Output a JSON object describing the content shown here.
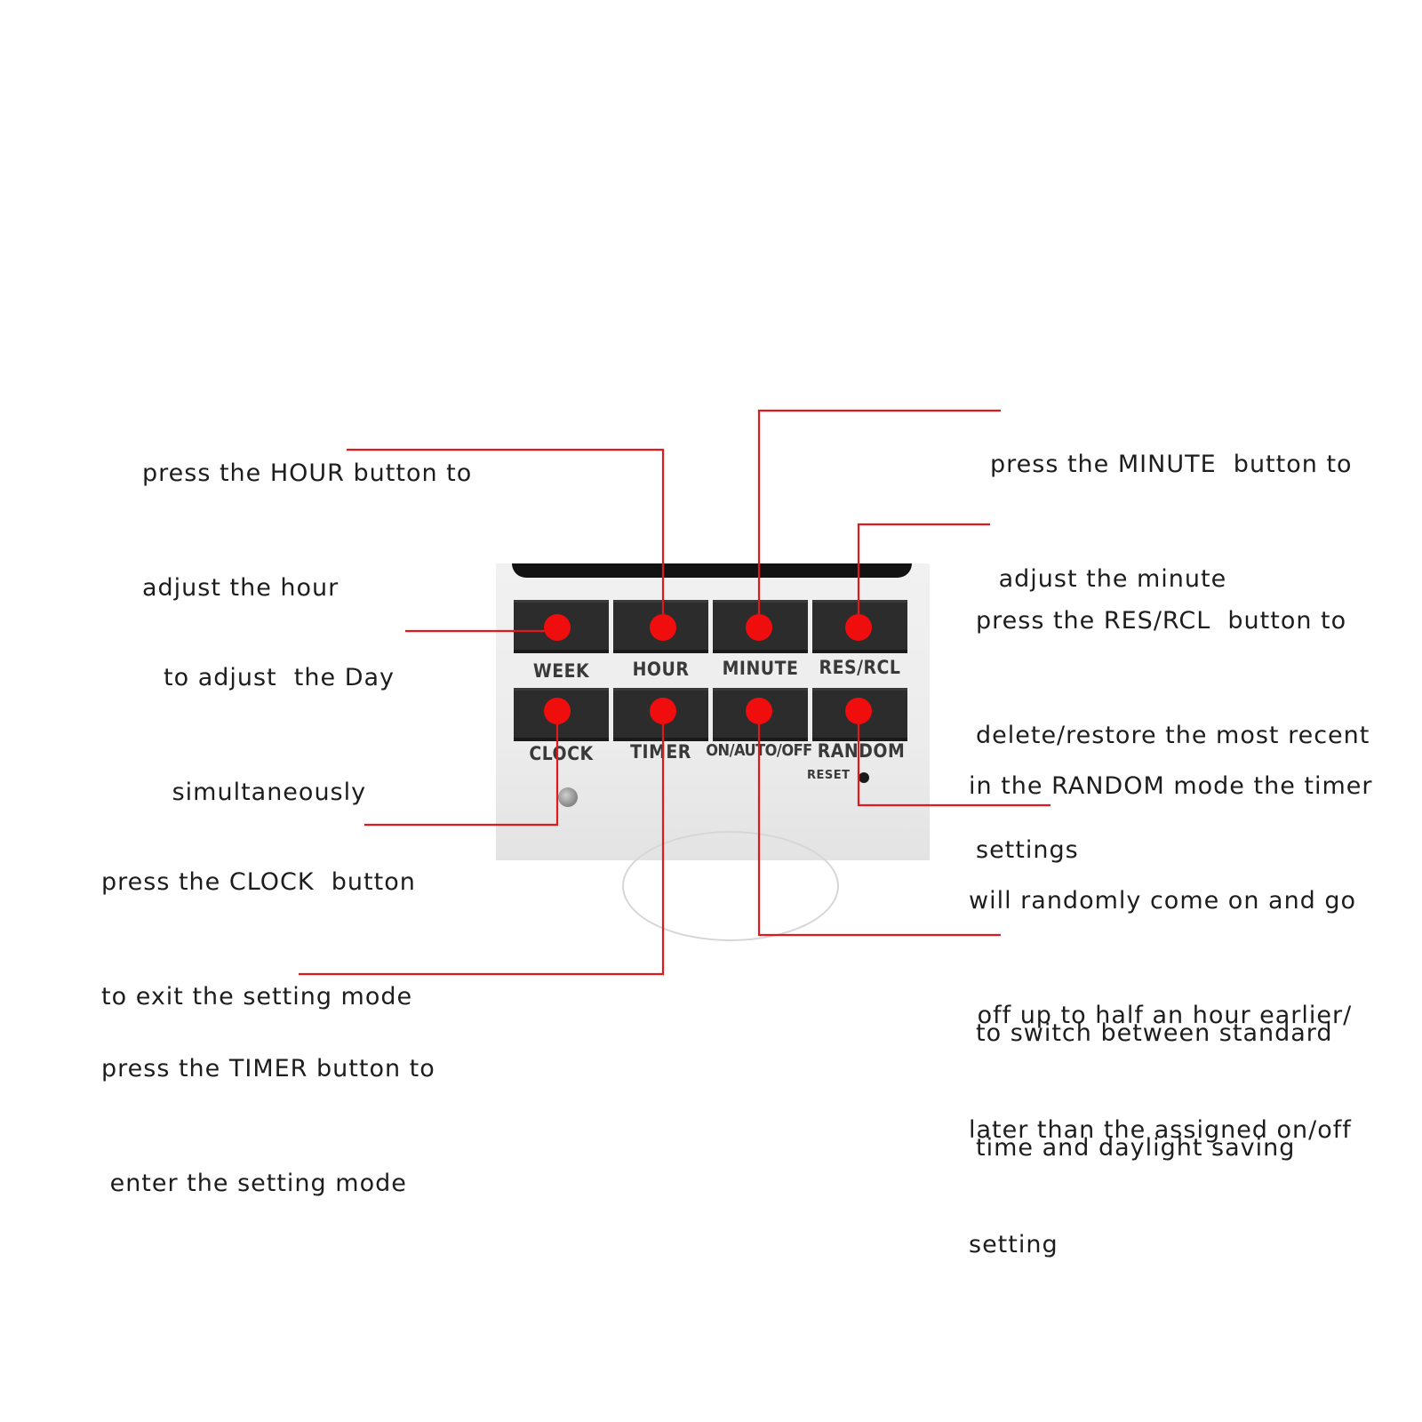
{
  "device": {
    "top_row_buttons": [
      "WEEK",
      "HOUR",
      "MINUTE",
      "RES/RCL"
    ],
    "bottom_row_buttons": [
      "CLOCK",
      "TIMER",
      "ON/AUTO/OFF",
      "RANDOM"
    ],
    "reset_label": "RESET"
  },
  "annotations": {
    "hour": [
      "press the HOUR button to",
      "adjust the hour"
    ],
    "minute": [
      "press the MINUTE  button to",
      " adjust the minute"
    ],
    "week": [
      "to adjust  the Day",
      " simultaneously"
    ],
    "res_rcl": [
      "press the RES/RCL  button to",
      "delete/restore the most recent",
      "settings"
    ],
    "random": [
      "in the RANDOM mode the timer",
      "will randomly come on and go",
      " off up to half an hour earlier/",
      "later than the assigned on/off",
      "setting"
    ],
    "clock": [
      "press the CLOCK  button",
      "to exit the setting mode"
    ],
    "on_auto_off": [
      "to switch between standard",
      "time and daylight saving"
    ],
    "timer": [
      "press the TIMER button to",
      " enter the setting mode"
    ]
  },
  "colors": {
    "leader_line": "#e0191f",
    "marker_dot": "#f00d0d",
    "button": "#2c2c2c",
    "panel": "#eeeeee"
  }
}
